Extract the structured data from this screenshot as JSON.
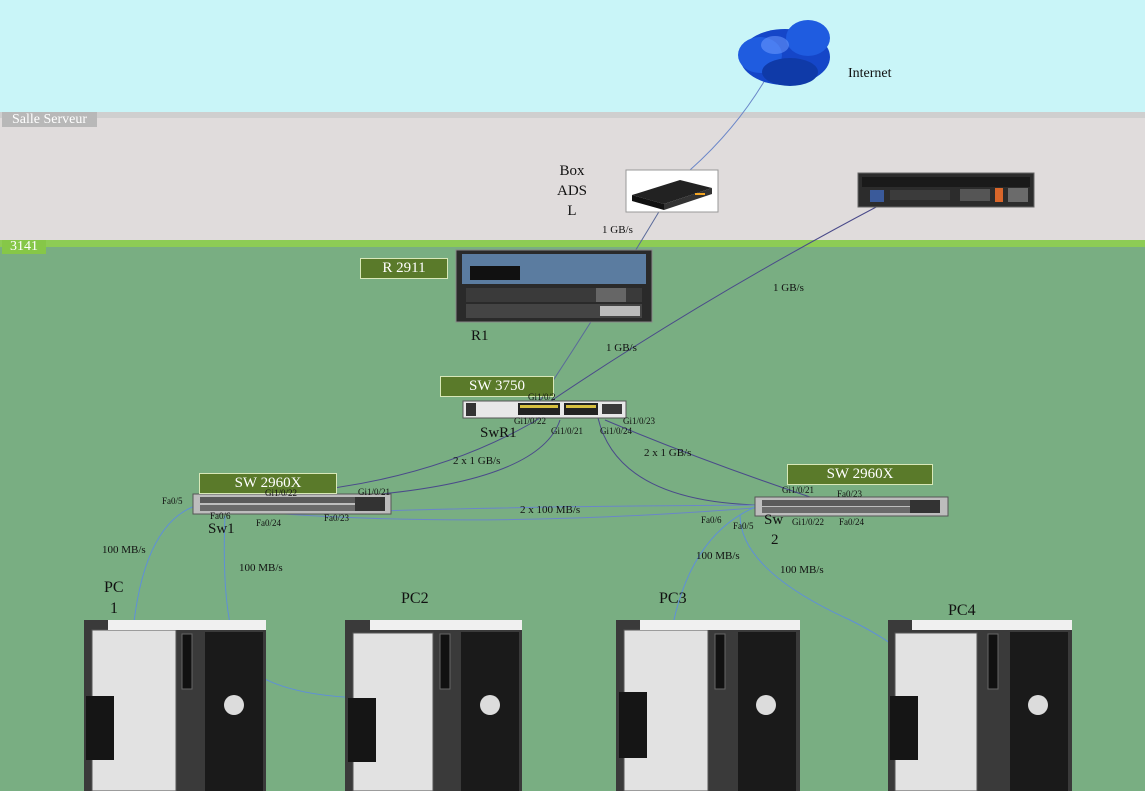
{
  "zones": {
    "server_room_label": "Salle Serveur",
    "floor_label": "3141"
  },
  "internet": {
    "label": "Internet"
  },
  "box": {
    "label_line1": "Box",
    "label_line2": "ADS",
    "label_line3": "L"
  },
  "router": {
    "model": "R 2911",
    "name": "R1"
  },
  "core_switch": {
    "model": "SW 3750",
    "name": "SwR1"
  },
  "switch1": {
    "model": "SW 2960X",
    "name": "Sw1"
  },
  "switch2": {
    "model": "SW 2960X",
    "name_line1": "Sw",
    "name_line2": "2"
  },
  "links": {
    "box_link": "1 GB/s",
    "server_link": "1 GB/s",
    "box_core_link": "1 GB/s",
    "core_sw1_link": "2 x 1 GB/s",
    "core_sw2_link": "2 x 1 GB/s",
    "sw1_sw2_link": "2 x 100 MB/s",
    "pc1_link": "100 MB/s",
    "pc2_link": "100 MB/s",
    "pc3_link": "100 MB/s",
    "pc4_link": "100 MB/s"
  },
  "ports": {
    "core_gi_1_0_2": "Gi1/0/2",
    "core_gi_1_0_22": "Gi1/0/22",
    "core_gi_1_0_21": "Gi1/0/21",
    "core_gi_1_0_23": "Gi1/0/23",
    "core_gi_1_0_24": "Gi1/0/24",
    "sw1_fa0_5": "Fa0/5",
    "sw1_gi1_0_22": "Gi1/0/22",
    "sw1_gi1_0_21": "Gi1/0/21",
    "sw1_fa0_6": "Fa0/6",
    "sw1_fa0_24": "Fa0/24",
    "sw1_fa0_23": "Fa0/23",
    "sw2_gi1_0_21": "Gi1/0/21",
    "sw2_fa0_23": "Fa0/23",
    "sw2_fa0_6": "Fa0/6",
    "sw2_fa0_5": "Fa0/5",
    "sw2_gi1_0_22": "Gi1/0/22",
    "sw2_fa0_24": "Fa0/24"
  },
  "pcs": {
    "pc1_line1": "PC",
    "pc1_line2": "1",
    "pc2": "PC2",
    "pc3": "PC3",
    "pc4": "PC4"
  },
  "colors": {
    "sky": "#c9f5f8",
    "server_room": "#e0dcdc",
    "floor": "#79ae82",
    "floor_band": "#8dcc55",
    "model_label": "#5a7a2a",
    "cable_wan": "#6a86c8",
    "cable_lan": "#4a4a8a",
    "cable_pc": "#5f8fd8"
  }
}
